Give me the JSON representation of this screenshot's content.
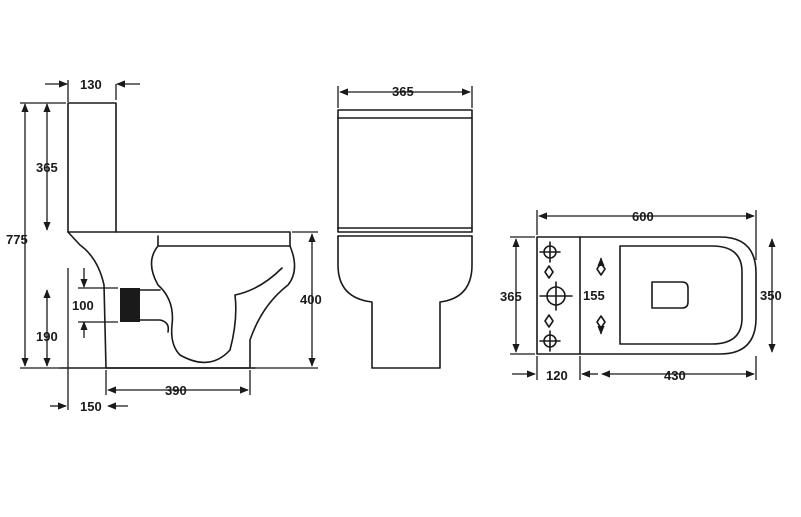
{
  "dimensions": {
    "side_cistern_depth": "130",
    "side_cistern_height": "365",
    "side_total_height": "775",
    "side_outlet_offset": "100",
    "side_outlet_height": "190",
    "side_pan_height": "400",
    "side_pan_length": "390",
    "side_back_offset": "150",
    "front_width": "365",
    "top_length": "600",
    "top_cistern_width": "365",
    "top_fixing_spacing": "155",
    "top_seat_width": "350",
    "top_cistern_depth": "120",
    "top_pan_depth": "430"
  },
  "colors": {
    "line": "#1a1a1a",
    "background": "#ffffff"
  }
}
